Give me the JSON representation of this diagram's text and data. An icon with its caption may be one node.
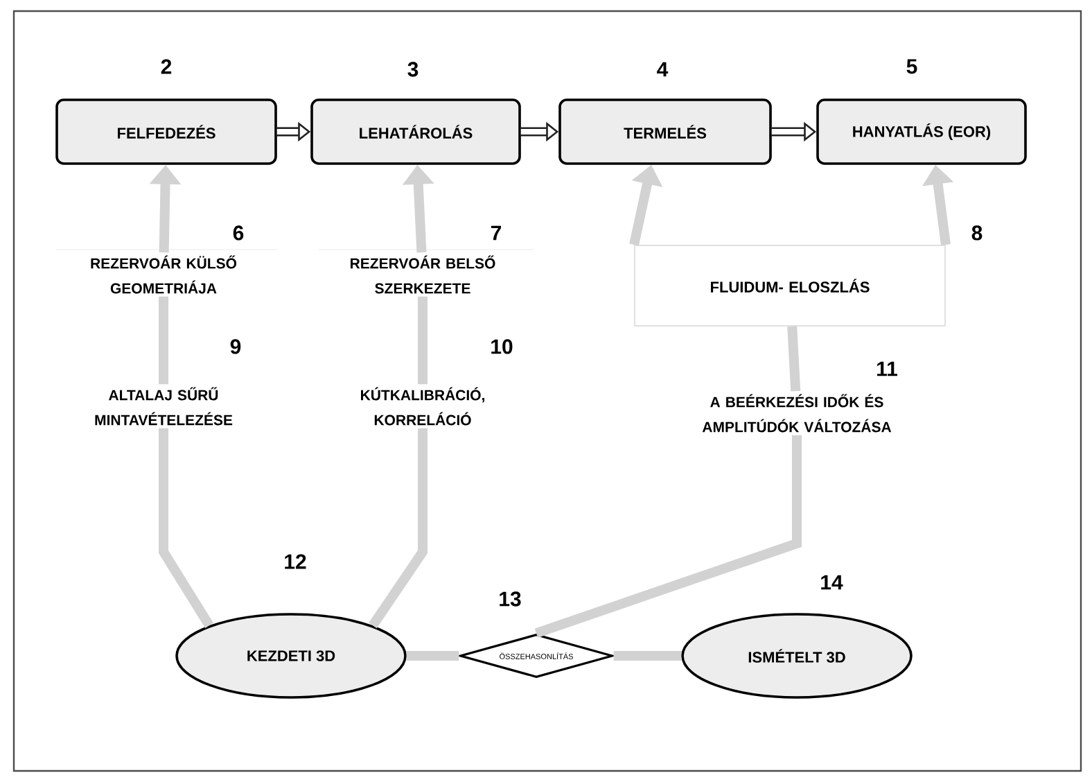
{
  "diagram": {
    "nodes": [
      {
        "text": [
          "FELFEDEZÉS"
        ],
        "beside": [
          "2"
        ]
      },
      {
        "text": [
          "LEHATÁROLÁS"
        ],
        "beside": [
          "3"
        ]
      },
      {
        "text": [
          "TERMELÉS"
        ],
        "beside": [
          "4"
        ]
      },
      {
        "text": [
          "HANYATLÁS (EOR)"
        ],
        "beside": [
          "5"
        ]
      },
      {
        "text": [
          "REZERVOÁR KÜLSŐ GEOMETRIÁJA"
        ],
        "beside": [
          "6"
        ]
      },
      {
        "text": [
          "REZERVOÁR BELSŐ SZERKEZETE"
        ],
        "beside": [
          "7"
        ]
      },
      {
        "text": [
          "FLUIDUM- ELOSZLÁS"
        ],
        "beside": [
          "8"
        ]
      },
      {
        "text": [
          "ALTALAJ SŰRŰ MINTAVÉTELEZÉSE"
        ],
        "beside": [
          "9"
        ]
      },
      {
        "text": [
          "KÚTKALIBRÁCIÓ, KORRELÁCIÓ"
        ],
        "beside": [
          "10"
        ]
      },
      {
        "text": [
          "A BEÉRKEZÉSI IDŐK ÉS AMPLITÚDÓK VÁLTOZÁSA"
        ],
        "beside": [
          "11"
        ]
      },
      {
        "text": [
          "KEZDETI 3D"
        ],
        "beside": [
          "12"
        ]
      },
      {
        "text": [
          "ÖSSZEHASONLÍTÁS"
        ],
        "beside": [
          "13"
        ]
      },
      {
        "text": [
          "ISMÉTELT 3D"
        ],
        "beside": [
          "14"
        ]
      }
    ],
    "edges": [
      {
        "from": 0,
        "to": 1,
        "arrow": "to",
        "color": "#222222"
      },
      {
        "from": 1,
        "to": 2,
        "arrow": "to",
        "color": "#222222"
      },
      {
        "from": 2,
        "to": 3,
        "arrow": "to",
        "color": "#222222"
      },
      {
        "from": 4,
        "to": 0,
        "arrow": "to"
      },
      {
        "from": 7,
        "to": 4,
        "arrow": "none"
      },
      {
        "from": 10,
        "to": 7,
        "arrow": "none"
      },
      {
        "from": 5,
        "to": 1,
        "arrow": "to"
      },
      {
        "from": 8,
        "to": 5,
        "arrow": "none"
      },
      {
        "from": 10,
        "to": 8,
        "arrow": "none"
      },
      {
        "from": 6,
        "to": 2,
        "arrow": "to"
      },
      {
        "from": 6,
        "to": 3,
        "arrow": "to"
      },
      {
        "from": 9,
        "to": 6,
        "arrow": "none"
      },
      {
        "from": 11,
        "to": 9,
        "arrow": "none"
      },
      {
        "from": 10,
        "to": 11,
        "arrow": "none"
      },
      {
        "from": 11,
        "to": 12,
        "arrow": "none"
      }
    ]
  }
}
